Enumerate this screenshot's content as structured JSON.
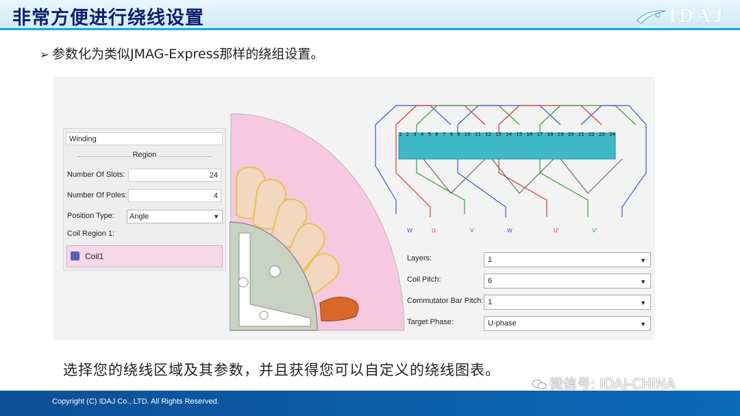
{
  "title": "非常方便进行绕线设置",
  "logo": {
    "text": "IDAJ"
  },
  "bullet": "参数化为类似JMAG-Express那样的绕组设置。",
  "winding_panel": {
    "header": "Winding",
    "region_label": "Region",
    "slots_label": "Number Of Slots:",
    "slots_value": "24",
    "poles_label": "Number Of Poles:",
    "poles_value": "4",
    "position_type_label": "Position Type:",
    "position_type_value": "Angle",
    "coil_region_label": "Coil Region 1:",
    "coil_item": "Coil1"
  },
  "winding_params": {
    "layers_label": "Layers:",
    "layers_value": "1",
    "coil_pitch_label": "Coil Pitch:",
    "coil_pitch_value": "6",
    "commutator_label": "Commutator Bar Pitch:",
    "commutator_value": "1",
    "target_phase_label": "Target Phase:",
    "target_phase_value": "U-phase"
  },
  "slot_numbers": [
    "1",
    "2",
    "3",
    "4",
    "5",
    "6",
    "7",
    "8",
    "9",
    "10",
    "11",
    "12",
    "13",
    "14",
    "15",
    "16",
    "17",
    "18",
    "19",
    "20",
    "21",
    "22",
    "23",
    "24"
  ],
  "phase_terminals": [
    "W",
    "U",
    "V",
    "W",
    "U'",
    "V'"
  ],
  "caption": "选择您的绕线区域及其参数，并且获得您可以自定义的绕线图表。",
  "watermark": "微信号: IDAJ-CHINA",
  "footer": "Copyright (C) IDAJ Co., LTD. All Rights Reserved.",
  "colors": {
    "brand_blue": "#0c1f6e",
    "accent": "#1aa3e0",
    "phase_u": "#d23a3a",
    "phase_v": "#3a9a3a",
    "phase_w": "#3a56c8",
    "stator_pink": "#f8c8e0"
  }
}
